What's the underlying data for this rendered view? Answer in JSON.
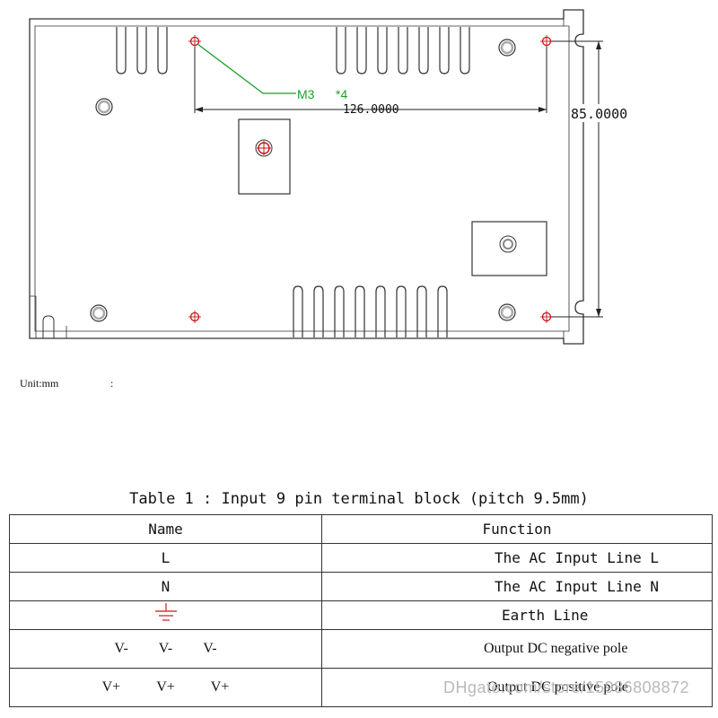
{
  "drawing": {
    "dimension_width": "126.0000",
    "dimension_height": "85.0000",
    "hole_label": "M3",
    "hole_count": "*4",
    "colors": {
      "line": "#333333",
      "dim_line": "#222222",
      "leader": "#1aa02a",
      "hole_red": "#cc1111"
    }
  },
  "unit": {
    "label": "Unit:mm",
    "colon": ":"
  },
  "table": {
    "caption": "Table 1 : Input 9 pin terminal block (pitch 9.5mm)",
    "headers": {
      "name": "Name",
      "function": "Function"
    },
    "rows": [
      {
        "name": [
          "L"
        ],
        "function": "The AC Input Line L"
      },
      {
        "name": [
          "N"
        ],
        "function": "The AC Input Line N"
      },
      {
        "name_icon": "earth-ground-icon",
        "function": "Earth Line"
      },
      {
        "name": [
          "V-",
          "V-",
          "V-"
        ],
        "function": "Output DC negative pole"
      },
      {
        "name": [
          "V+",
          "V+",
          "V+"
        ],
        "function": "Output DC positive pole"
      }
    ]
  },
  "watermark": {
    "text": "DHgate.com/store/15986808872"
  }
}
